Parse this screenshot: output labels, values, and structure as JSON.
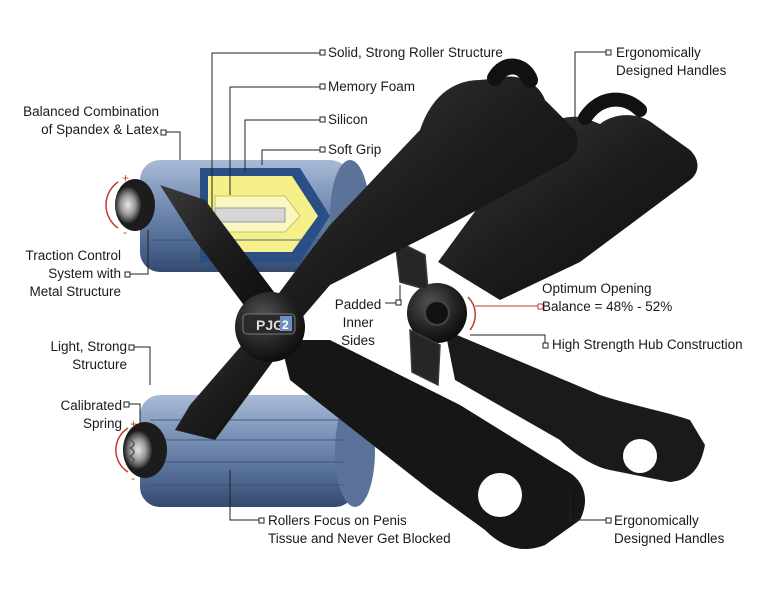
{
  "labels": {
    "roller_structure": "Solid, Strong Roller Structure",
    "memory_foam": "Memory Foam",
    "silicon": "Silicon",
    "soft_grip": "Soft Grip",
    "balanced_line1": "Balanced Combination",
    "balanced_line2": "of Spandex & Latex",
    "ergo_top_line1": "Ergonomically",
    "ergo_top_line2": "Designed Handles",
    "traction_line1": "Traction Control",
    "traction_line2": "System with",
    "traction_line3": "Metal Structure",
    "padded_line1": "Padded",
    "padded_line2": "Inner",
    "padded_line3": "Sides",
    "optimum_line1": "Optimum Opening",
    "optimum_line2": "Balance = 48% - 52%",
    "hub": "High Strength Hub Construction",
    "light_line1": "Light, Strong",
    "light_line2": "Structure",
    "calibrated_line1": "Calibrated",
    "calibrated_line2": "Spring",
    "rollers_line1": "Rollers Focus on Penis",
    "rollers_line2": "Tissue and Never Get Blocked",
    "ergo_bottom_line1": "Ergonomically",
    "ergo_bottom_line2": "Designed Handles"
  },
  "hub_badge": {
    "text": "PJG",
    "superscript": "2"
  },
  "rotation_marks": {
    "plus": "+",
    "minus": "-"
  },
  "colors": {
    "roller_blue": "#7c93b8",
    "foam_yellow": "#f6f08a",
    "silicon_blue": "#2a4f86",
    "device_black": "#1c1c1c",
    "leader_red": "#c0392b"
  }
}
